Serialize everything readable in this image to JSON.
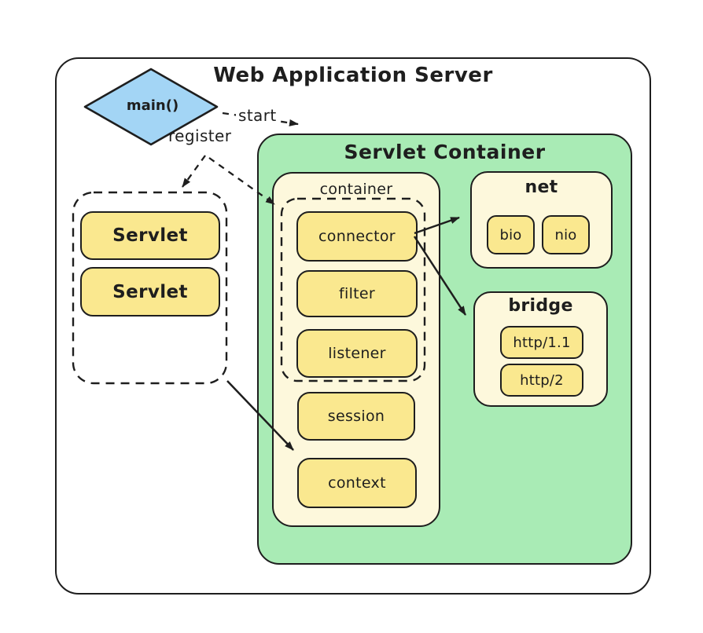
{
  "colors": {
    "background": "#ffffff",
    "stroke": "#1e1e1e",
    "text": "#1e1e1e",
    "blue": "#a3d5f5",
    "yellow": "#fae88f",
    "cream": "#fdf8dc",
    "green": "#a9ebb5"
  },
  "diagram": {
    "title": "Web Application Server",
    "main_node_label": "main()",
    "edges": {
      "start": "start",
      "register": "register"
    },
    "servlet_group": {
      "servlets": [
        "Servlet",
        "Servlet"
      ]
    },
    "servlet_container": {
      "title": "Servlet Container",
      "container": {
        "title": "container",
        "pipeline": [
          "connector",
          "filter",
          "listener"
        ],
        "session": "session",
        "context": "context"
      },
      "net": {
        "title": "net",
        "impls": [
          "bio",
          "nio"
        ]
      },
      "bridge": {
        "title": "bridge",
        "protocols": [
          "http/1.1",
          "http/2"
        ]
      }
    }
  }
}
